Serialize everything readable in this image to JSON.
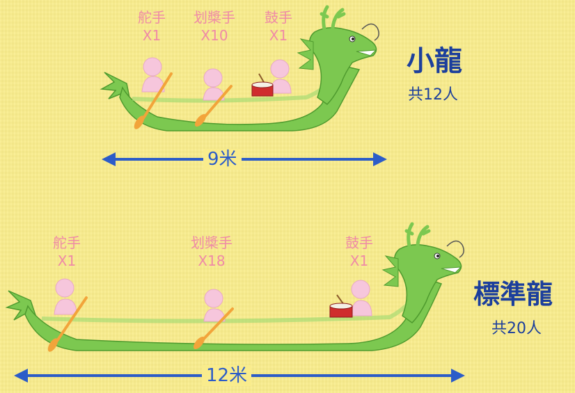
{
  "small_boat": {
    "title": "小龍",
    "total": "共12人",
    "length": "9米",
    "roles": [
      {
        "name": "舵手",
        "count": "X1"
      },
      {
        "name": "划槳手",
        "count": "X10"
      },
      {
        "name": "鼓手",
        "count": "X1"
      }
    ]
  },
  "standard_boat": {
    "title": "標準龍",
    "total": "共20人",
    "length": "12米",
    "roles": [
      {
        "name": "舵手",
        "count": "X1"
      },
      {
        "name": "划槳手",
        "count": "X18"
      },
      {
        "name": "鼓手",
        "count": "X1"
      }
    ]
  },
  "colors": {
    "background": "#f9ec8c",
    "boat_green": "#7cc850",
    "label_pink": "#ef8aa6",
    "title_blue": "#1c3f9c",
    "arrow_blue": "#2c5cc8",
    "paddle_orange": "#f2a43a",
    "person_pink": "#f6c6dc",
    "drum_red": "#cf2d2d"
  }
}
